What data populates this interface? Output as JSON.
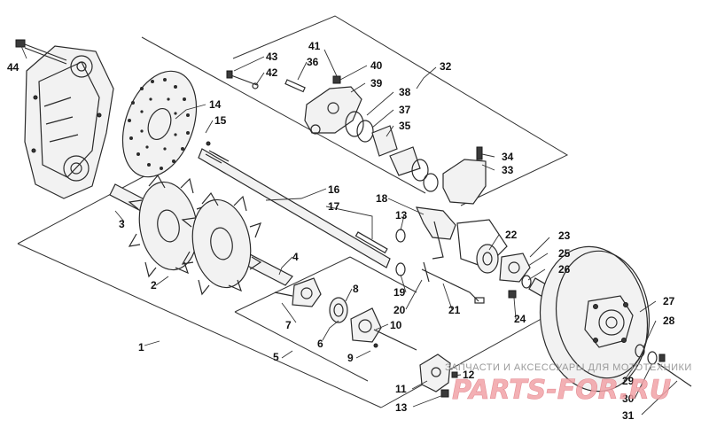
{
  "callouts": [
    "1",
    "2",
    "3",
    "4",
    "5",
    "6",
    "7",
    "8",
    "9",
    "10",
    "11",
    "12",
    "13",
    "14",
    "15",
    "16",
    "17",
    "18",
    "19",
    "20",
    "21",
    "22",
    "23",
    "24",
    "25",
    "26",
    "27",
    "28",
    "29",
    "30",
    "31",
    "32",
    "33",
    "34",
    "35",
    "36",
    "37",
    "38",
    "39",
    "40",
    "41",
    "42",
    "43",
    "44"
  ],
  "watermark": {
    "tagline": "ЗАПЧАСТИ И АКСЕССУАРЫ ДЛЯ МОТОТЕХНИКИ",
    "logo": "PARTS-FOR.RU"
  },
  "colors": {
    "line": "#2a2a2a",
    "watermark_logo": "#e07a82",
    "watermark_text": "#9a9a9a"
  }
}
